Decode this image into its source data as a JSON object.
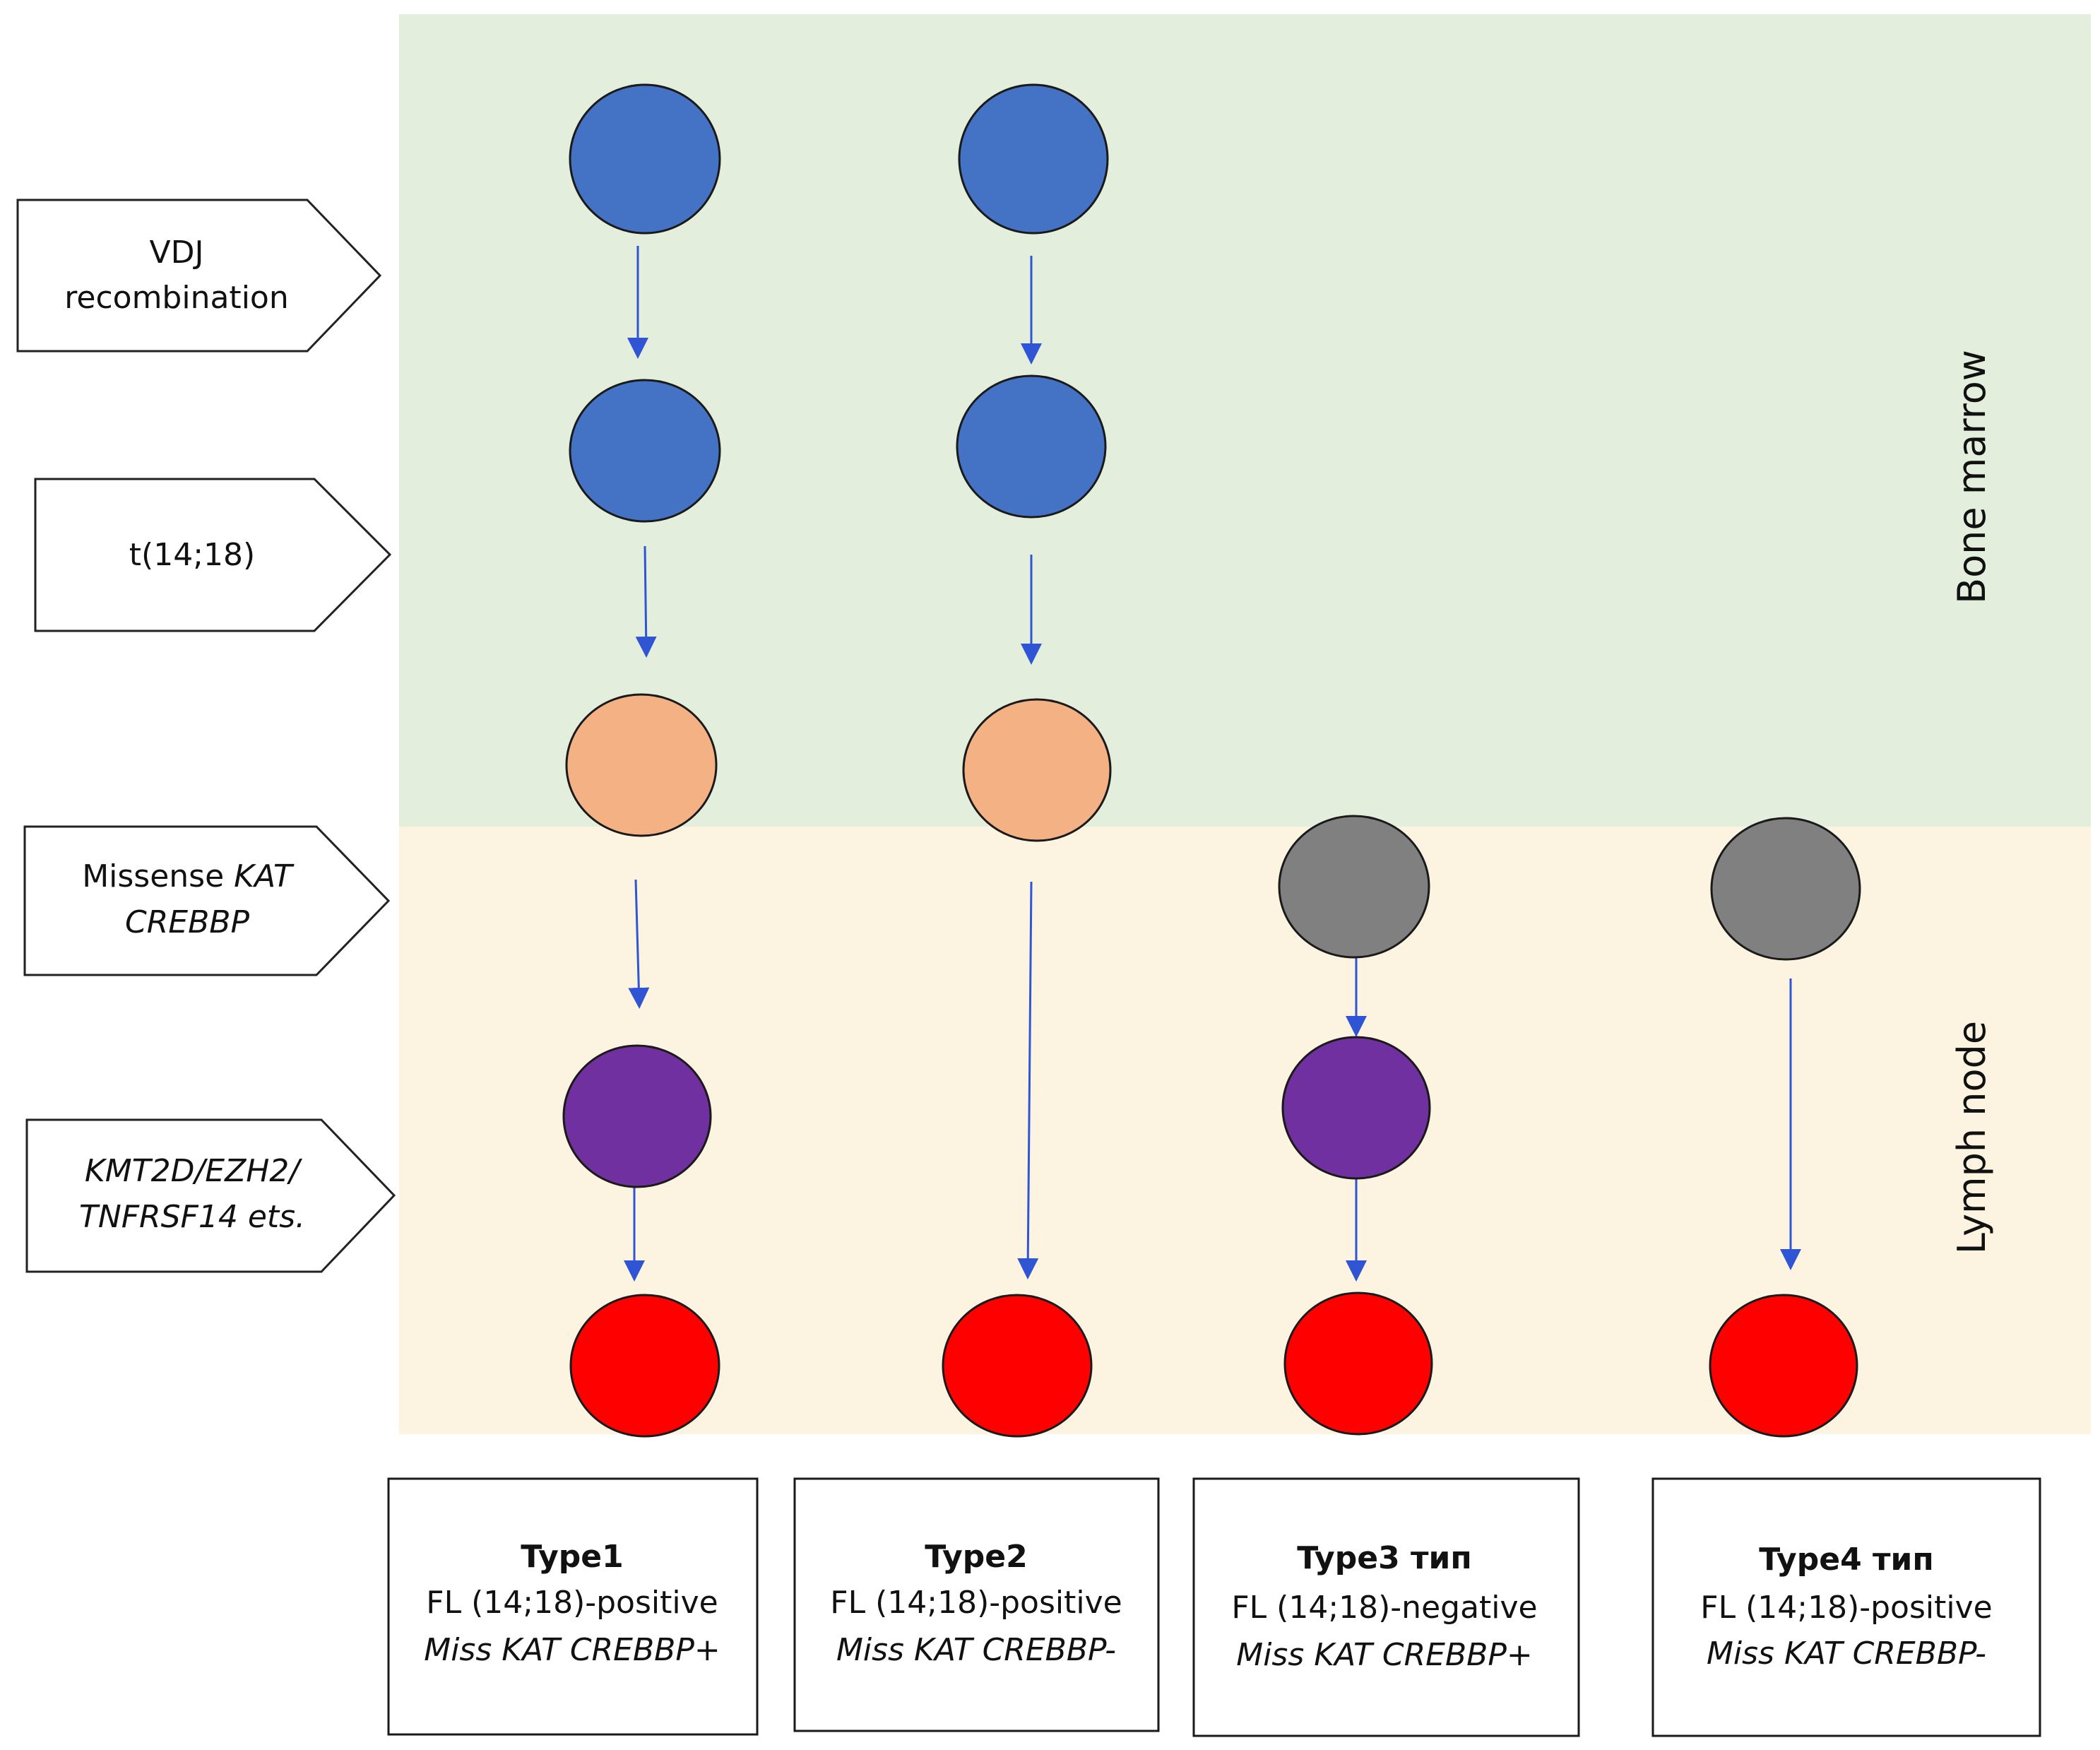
{
  "zones": {
    "bone_marrow": {
      "label": "Bone marrow",
      "color": "#e3efdc"
    },
    "lymph_node": {
      "label": "Lymph node",
      "color": "#fcf4e1"
    }
  },
  "steps": {
    "vdj": {
      "line1": "VDJ",
      "line2": "recombination"
    },
    "translocation": {
      "line1": "t(14;18)"
    },
    "missense": {
      "line1_plain": "Missense ",
      "line1_italic": "KAT",
      "line2_italic": "CREBBP"
    },
    "kmt2d": {
      "line1_italic": "KMT2D/EZH2/",
      "line2_italic": "TNFRSF14  ets."
    }
  },
  "cell_colors": {
    "progenitor": "#4472c4",
    "translocated": "#f4b183",
    "germinal": "#808080",
    "mutated": "#7030a0",
    "lymphoma": "#ff0000"
  },
  "types": [
    {
      "title": "Type1",
      "line1": "FL (14;18)-positive",
      "line2": "Miss KAT CREBBP+"
    },
    {
      "title": "Type2",
      "line1": "FL (14;18)-positive",
      "line2": "Miss KAT CREBBP-"
    },
    {
      "title": "Type3 тип",
      "line1": "FL (14;18)-negative",
      "line2": "Miss KAT CREBBP+"
    },
    {
      "title": "Type4 тип",
      "line1": "FL (14;18)-positive",
      "line2": "Miss KAT CREBBP-"
    }
  ],
  "arrow_color": "#2f55d4"
}
